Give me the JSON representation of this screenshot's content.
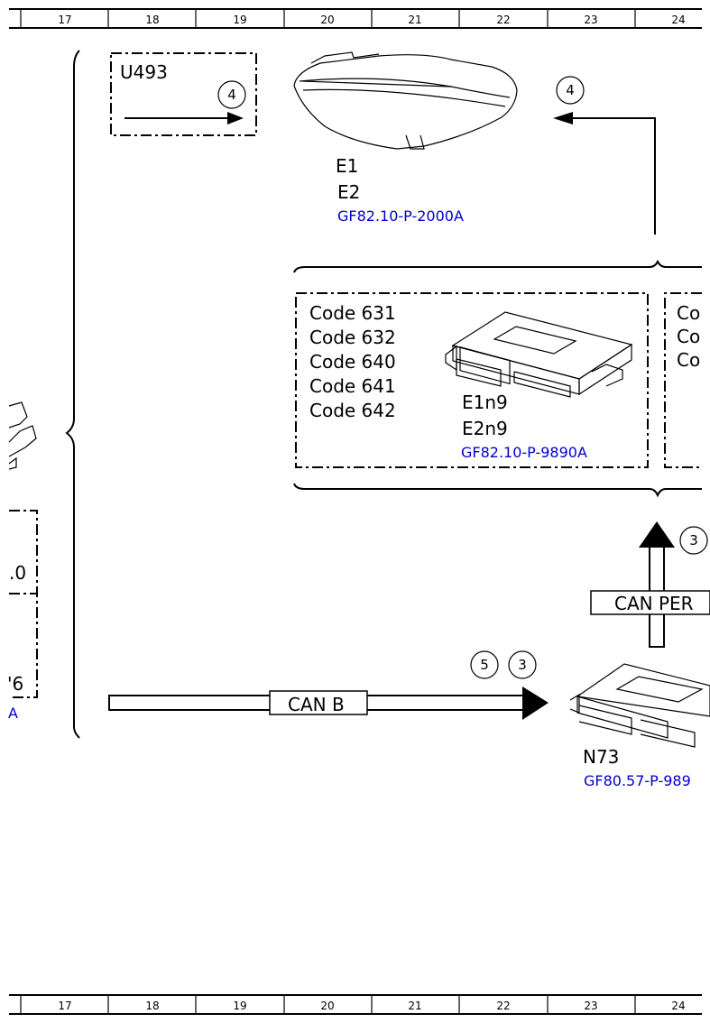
{
  "ruler": {
    "numbers": [
      "17",
      "18",
      "19",
      "20",
      "21",
      "22",
      "23",
      "24"
    ]
  },
  "components": {
    "u493": {
      "label": "U493",
      "ref": "4"
    },
    "headlamp": {
      "labels": [
        "E1",
        "E2"
      ],
      "link": "GF82.10-P-2000A",
      "ref": "4"
    },
    "control_unit": {
      "codes": [
        "Code 631",
        "Code 632",
        "Code 640",
        "Code 641",
        "Code 642"
      ],
      "labels": [
        "E1n9",
        "E2n9"
      ],
      "link": "GF82.10-P-9890A"
    },
    "right_box_codes": [
      "Co",
      "Co",
      "Co"
    ],
    "n73": {
      "label": "N73",
      "link": "GF80.57-P-989"
    }
  },
  "buses": {
    "can_b": {
      "label": "CAN B",
      "refs": [
        "5",
        "3"
      ]
    },
    "can_per": {
      "label": "CAN PER",
      "ref": "3"
    }
  },
  "left_partial": {
    "texts": [
      ".0",
      "'6",
      "A"
    ]
  }
}
